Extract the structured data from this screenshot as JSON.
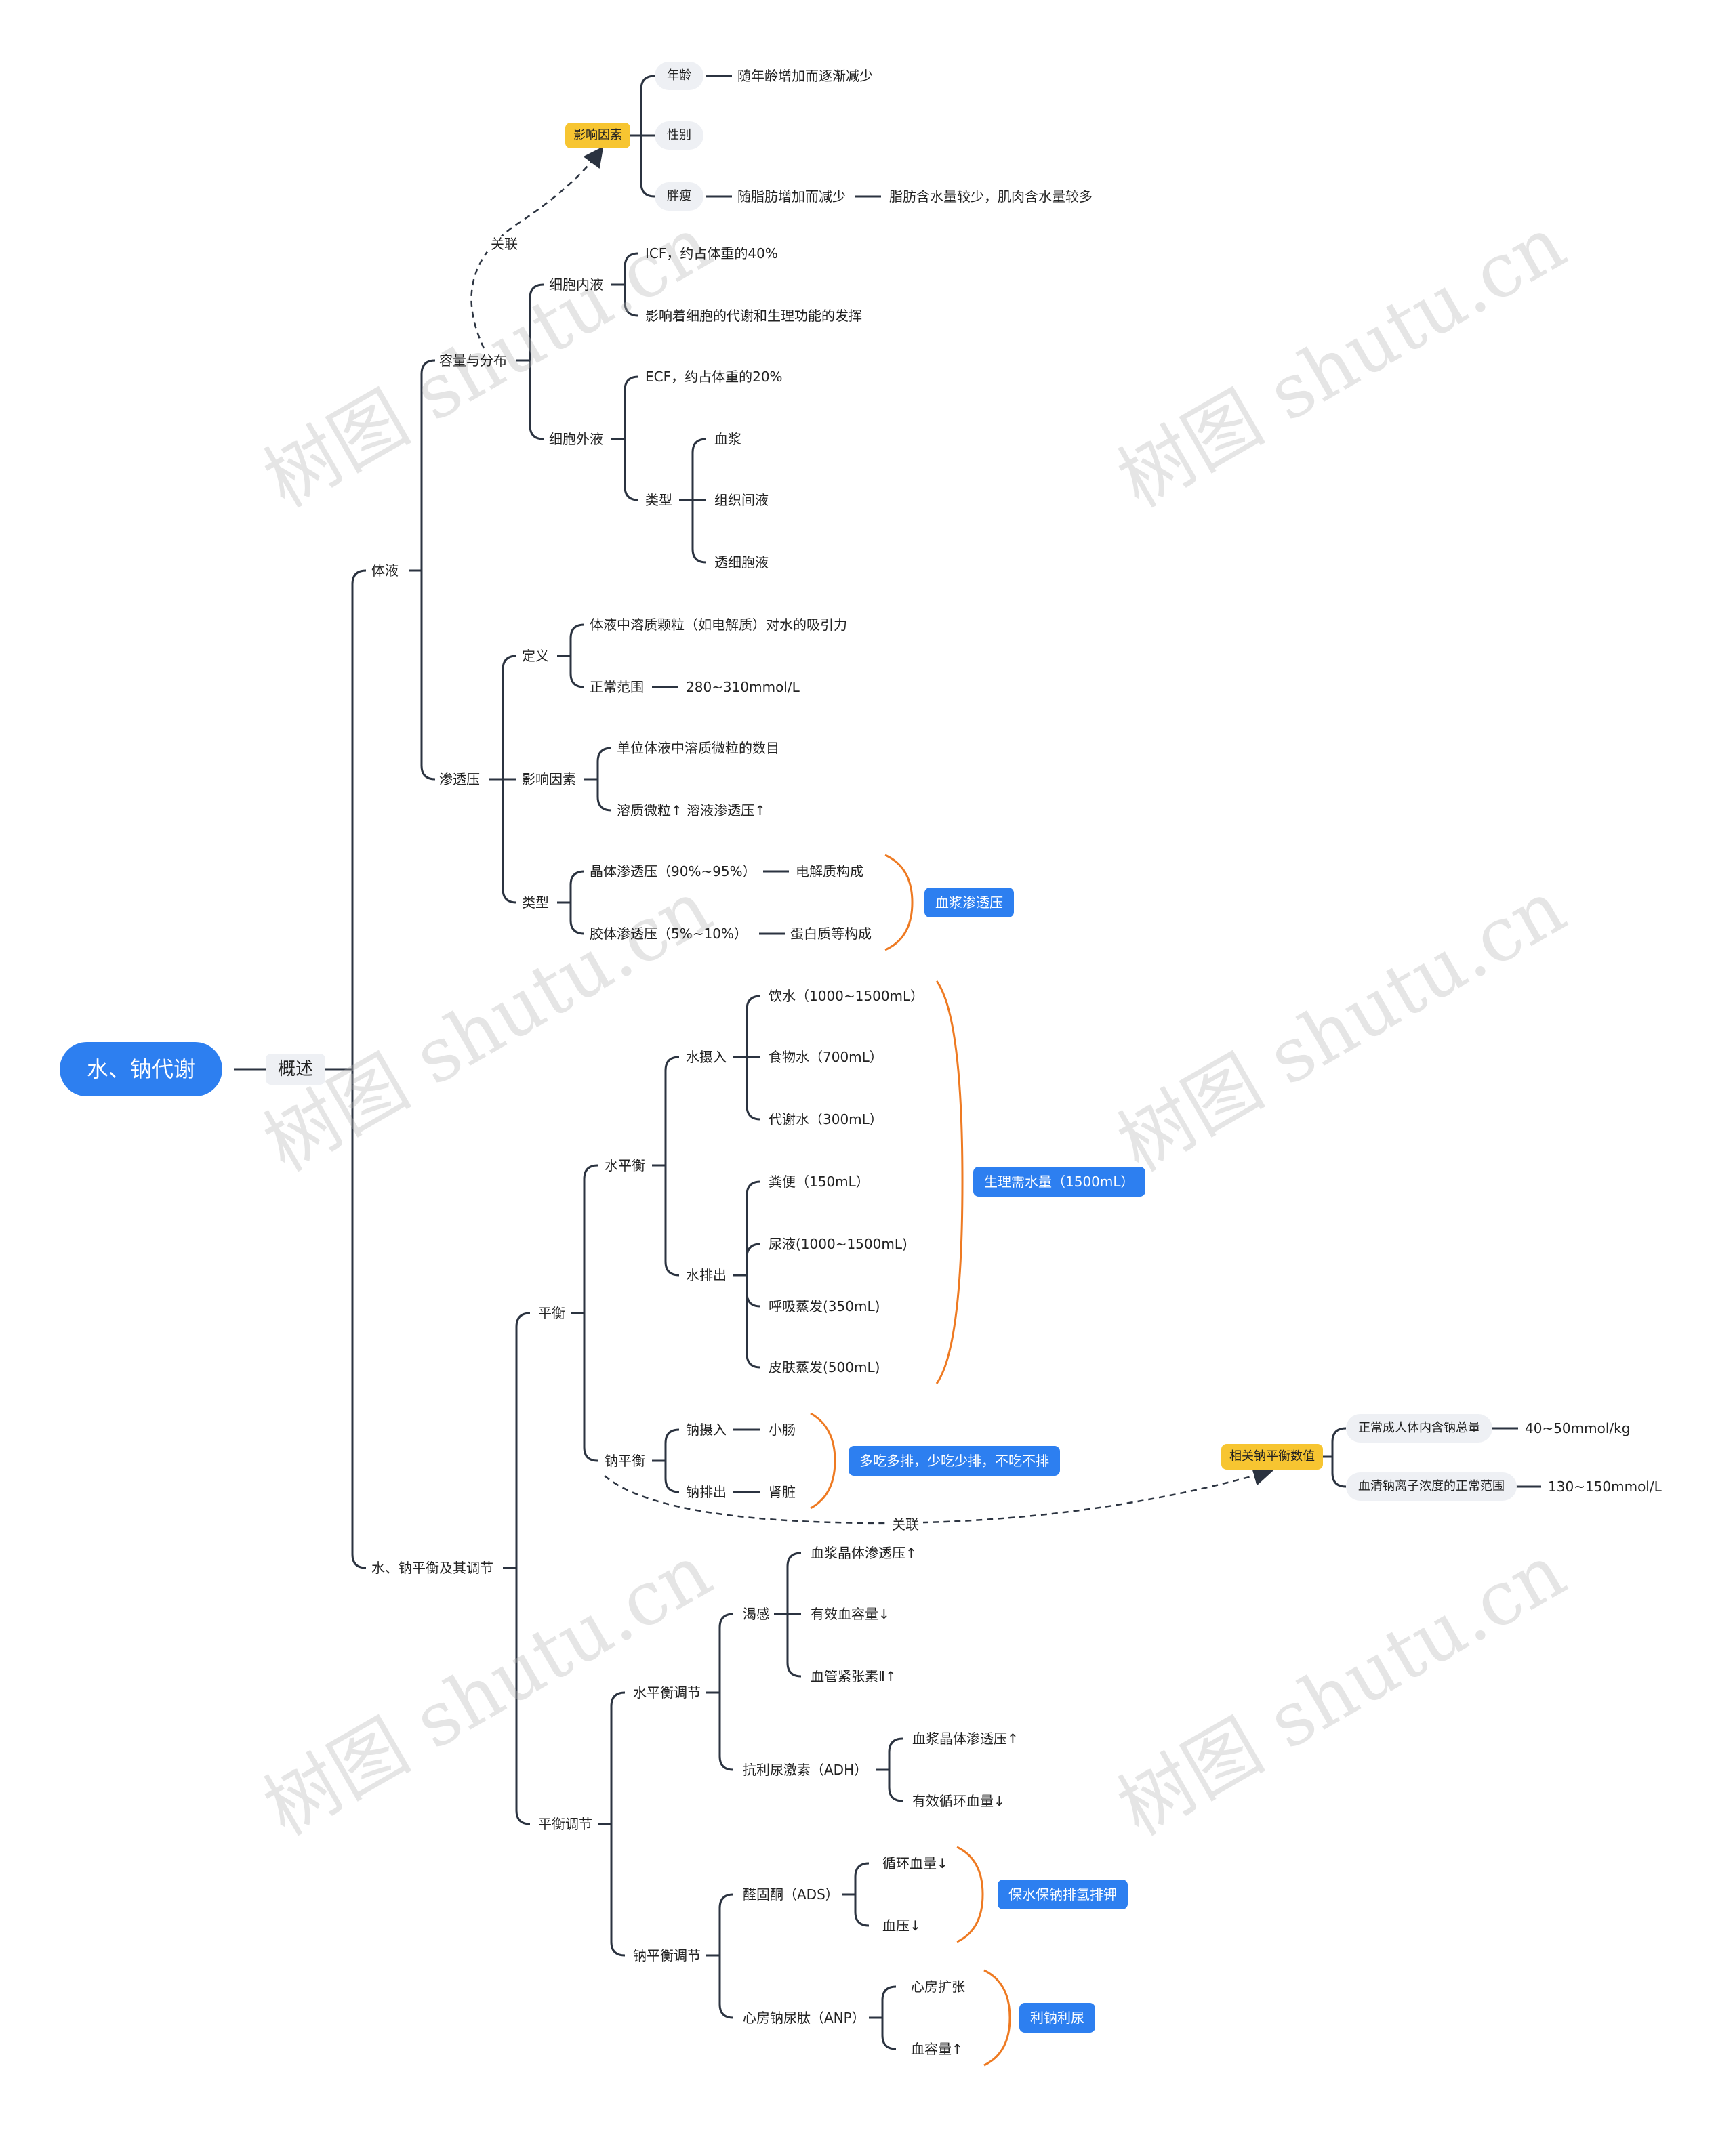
{
  "root": "水、钠代谢",
  "overview": "概述",
  "watermark": "树图 shutu.cn",
  "colors": {
    "line": "#2b3340",
    "accent_blue": "#2d7ff0",
    "accent_yellow": "#f7c531",
    "brace_orange": "#ee7a22",
    "pill_gray": "#eef0f4"
  },
  "body_fluid": {
    "label": "体液",
    "volume": {
      "label": "容量与分布",
      "relation_label": "关联",
      "factors": {
        "label": "影响因素",
        "age": "年龄",
        "age_effect": "随年龄增加而逐渐减少",
        "sex": "性别",
        "fat": "胖瘦",
        "fat_effect": "随脂肪增加而减少",
        "fat_note": "脂肪含水量较少，肌肉含水量较多"
      },
      "icf": {
        "label": "细胞内液",
        "items": [
          "ICF，约占体重的40%",
          "影响着细胞的代谢和生理功能的发挥"
        ]
      },
      "ecf": {
        "label": "细胞外液",
        "percent": "ECF，约占体重的20%",
        "type_label": "类型",
        "types": [
          "血浆",
          "组织间液",
          "透细胞液"
        ]
      }
    },
    "osmotic": {
      "label": "渗透压",
      "definition": {
        "label": "定义",
        "text": "体液中溶质颗粒（如电解质）对水的吸引力",
        "range_label": "正常范围",
        "range": "280~310mmol/L"
      },
      "factors": {
        "label": "影响因素",
        "items": [
          "单位体液中溶质微粒的数目",
          "溶质微粒↑ 溶液渗透压↑"
        ]
      },
      "types": {
        "label": "类型",
        "crystal": "晶体渗透压（90%~95%）",
        "crystal_src": "电解质构成",
        "colloid": "胶体渗透压（5%~10%）",
        "colloid_src": "蛋白质等构成",
        "summary": "血浆渗透压"
      }
    }
  },
  "balance_regulation": {
    "label": "水、钠平衡及其调节",
    "balance": {
      "label": "平衡",
      "water": {
        "label": "水平衡",
        "intake_label": "水摄入",
        "intake": [
          "饮水（1000~1500mL）",
          "食物水（700mL）",
          "代谢水（300mL）"
        ],
        "output_label": "水排出",
        "output": [
          "粪便（150mL）",
          "尿液(1000~1500mL)",
          "呼吸蒸发(350mL)",
          "皮肤蒸发(500mL)"
        ],
        "summary": "生理需水量（1500mL）"
      },
      "sodium": {
        "label": "钠平衡",
        "intake_label": "钠摄入",
        "intake": "小肠",
        "output_label": "钠排出",
        "output": "肾脏",
        "summary": "多吃多排，少吃少排，不吃不排",
        "relation_label": "关联",
        "related": {
          "label": "相关钠平衡数值",
          "total_label": "正常成人体内含钠总量",
          "total": "40~50mmol/kg",
          "serum_label": "血清钠离子浓度的正常范围",
          "serum": "130~150mmol/L"
        }
      }
    },
    "regulation": {
      "label": "平衡调节",
      "water": {
        "label": "水平衡调节",
        "thirst_label": "渴感",
        "thirst": [
          "血浆晶体渗透压↑",
          "有效血容量↓",
          "血管紧张素Ⅱ↑"
        ],
        "adh_label": "抗利尿激素（ADH）",
        "adh": [
          "血浆晶体渗透压↑",
          "有效循环血量↓"
        ]
      },
      "sodium": {
        "label": "钠平衡调节",
        "ads_label": "醛固酮（ADS）",
        "ads": [
          "循环血量↓",
          "血压↓"
        ],
        "ads_effect": "保水保钠排氢排钾",
        "anp_label": "心房钠尿肽（ANP）",
        "anp": [
          "心房扩张",
          "血容量↑"
        ],
        "anp_effect": "利钠利尿"
      }
    }
  }
}
